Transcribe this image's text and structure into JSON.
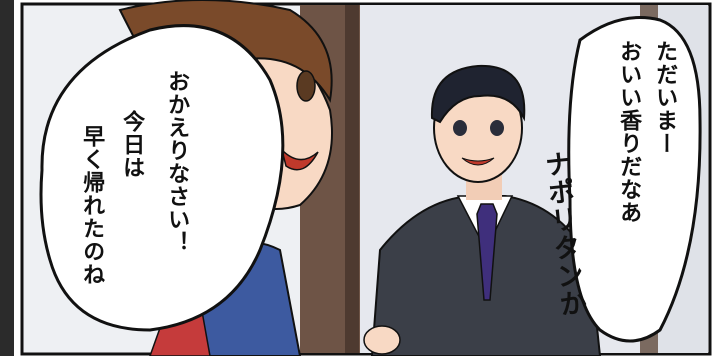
{
  "bubbles": {
    "woman": {
      "line1": "おかえりなさい！",
      "line2": "今日は",
      "line3": "早く帰れたのね"
    },
    "man": {
      "line1": "ただいまー",
      "line2": "おいい香りだなあ"
    },
    "sfx": "ナポリタンか"
  },
  "colors": {
    "frame": "#111111",
    "wall": "#f0f1f4",
    "door": "#6e5446",
    "suit": "#3b3f48",
    "tie": "#3f2f7c",
    "hair_woman": "#7a4a2a",
    "hair_man": "#1f2330",
    "skin": "#f8d9c4",
    "apron": "#3d5aa0"
  }
}
